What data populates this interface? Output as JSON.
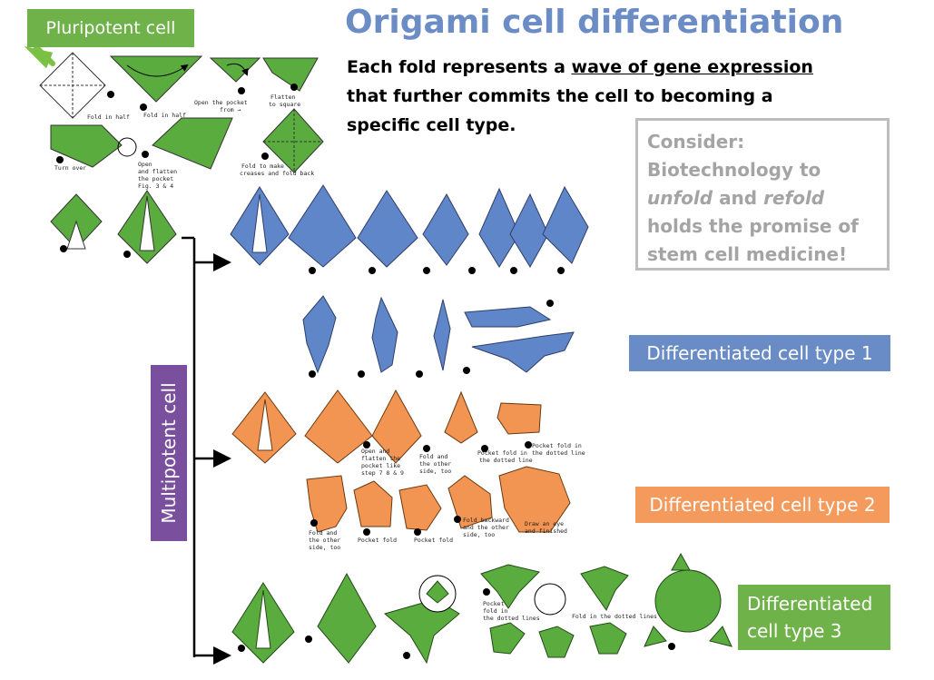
{
  "title": "Origami cell differentiation",
  "subtitle_pre": "Each fold represents a ",
  "subtitle_link": "wave of gene expression",
  "subtitle_post": " that further commits the cell to becoming a specific cell type.",
  "pluripotent_label": "Pluripotent cell",
  "multipotent_label": "Multipotent cell",
  "consider": {
    "heading": "Consider:",
    "line_a": "Biotechnology to ",
    "unfold": "unfold",
    "line_b": "and ",
    "refold": "refold",
    "line_c": " holds the promise of stem cell medicine!"
  },
  "types": {
    "type1": "Differentiated cell type 1",
    "type2": "Differentiated cell type 2",
    "type3_line1": "Differentiated",
    "type3_line2": "cell type 3"
  },
  "captions": {
    "fold_half_1": "Fold in half",
    "fold_half_2": "Fold in half",
    "open_pocket": "Open the pocket",
    "open_pocket_2": "from →",
    "flatten": "Flatten",
    "flatten_2": "to square",
    "turn_over": "Turn over",
    "open_flatten": "Open",
    "open_flatten_2": "and flatten",
    "open_flatten_3": "the pocket",
    "open_flatten_4": "Fig. 3 & 4",
    "fold_creases": "Fold to make",
    "fold_creases_2": "creases and fold back",
    "o_open_flatten": "Open and",
    "o_open_flatten_2": "flatten the",
    "o_open_flatten_3": "pocket like",
    "o_open_flatten_4": "step 7 8 & 9",
    "o_fold_other": "Fold and",
    "o_fold_other_2": "the other",
    "o_fold_other_3": "side, too",
    "o_pocket_dotted": "Pocket fold in",
    "o_pocket_dotted_2": "the dotted line",
    "o_pocket_dotted_b": "Pocket fold in",
    "o_pocket_dotted_b2": "the dotted line",
    "o_fold_other_b": "Fold and",
    "o_fold_other_b2": "the other",
    "o_fold_other_b3": "side, too",
    "o_pocket_fold": "Pocket fold",
    "o_pocket_fold_2": "Pocket fold",
    "o_fold_back": "Fold backward",
    "o_fold_back_2": "and the other",
    "o_fold_back_3": "side, too",
    "o_eye": "Draw an eye",
    "o_eye_2": "and finished",
    "g_pocket": "Pocket",
    "g_pocket_2": "fold in",
    "g_pocket_3": "the dotted lines",
    "g_fold_dotted": "Fold in the dotted lines"
  },
  "colors": {
    "green": "#5aac3e",
    "blue": "#5f86c8",
    "orange": "#f29452",
    "purple": "#7a4f9e",
    "title_blue": "#6b8cc5"
  }
}
